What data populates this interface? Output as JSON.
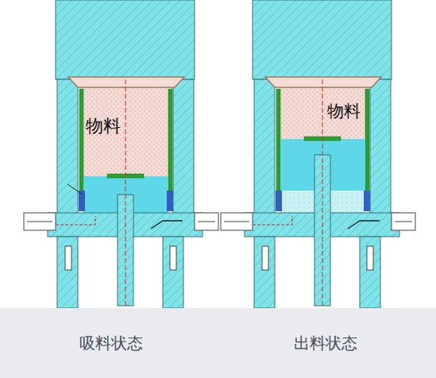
{
  "diagram": {
    "labels": [
      "物料",
      "物料",
      "吸料状态",
      "出料状态"
    ]
  }
}
